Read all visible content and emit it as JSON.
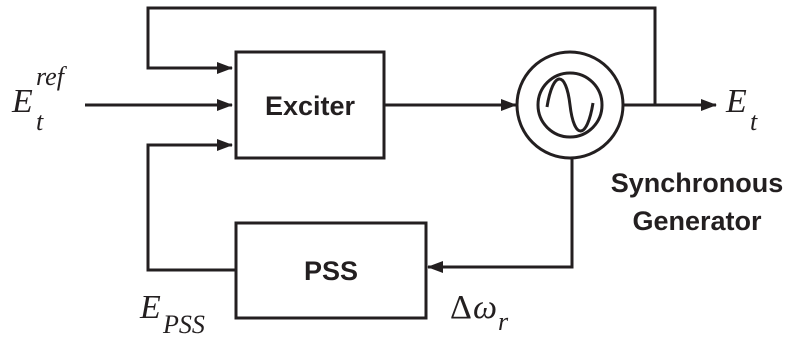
{
  "blocks": {
    "exciter": "Exciter",
    "pss": "PSS"
  },
  "generator": {
    "label_line1": "Synchronous",
    "label_line2": "Generator"
  },
  "signals": {
    "reference": {
      "main": "E",
      "sub": "t",
      "sup": "ref"
    },
    "output": {
      "main": "E",
      "sub": "t"
    },
    "pss_output": {
      "main": "E",
      "sub": "PSS"
    },
    "speed_deviation": {
      "prefix": "Δ",
      "main": "ω",
      "sub": "r"
    }
  },
  "colors": {
    "ink": "#231f20",
    "background": "#ffffff"
  }
}
